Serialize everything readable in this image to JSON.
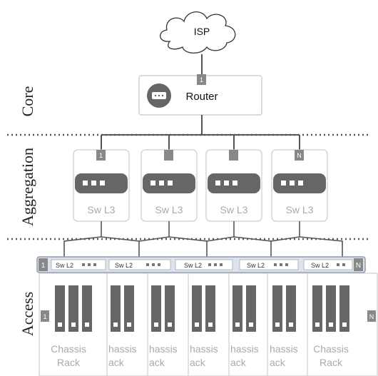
{
  "isp": {
    "label": "ISP"
  },
  "router": {
    "label": "Router",
    "port": "1"
  },
  "layers": {
    "core": "Core",
    "aggregation": "Aggregation",
    "access": "Access"
  },
  "aggregation_switches": [
    {
      "label": "Sw L3",
      "port": "1"
    },
    {
      "label": "Sw L3",
      "port": ""
    },
    {
      "label": "Sw L3",
      "port": ""
    },
    {
      "label": "Sw L3",
      "port": "N"
    }
  ],
  "access_bar": {
    "left_port": "1",
    "right_port": "N"
  },
  "access_switches": [
    {
      "label": "Sw L2"
    },
    {
      "label": "Sw L2"
    },
    {
      "label": "Sw L2"
    },
    {
      "label": "Sw L2"
    },
    {
      "label": "Sw L2"
    }
  ],
  "racks": [
    {
      "line1": "Chassis",
      "line2": "Rack",
      "port": "1"
    },
    {
      "line1": "hassis",
      "line2": "ack",
      "port": ""
    },
    {
      "line1": "hassis",
      "line2": "ack",
      "port": ""
    },
    {
      "line1": "hassis",
      "line2": "ack",
      "port": ""
    },
    {
      "line1": "hassis",
      "line2": "ack",
      "port": ""
    },
    {
      "line1": "hassis",
      "line2": "ack",
      "port": ""
    },
    {
      "line1": "Chassis",
      "line2": "Rack",
      "port": "N"
    }
  ],
  "colors": {
    "line": "#555555",
    "box_border": "#cfcfcf",
    "dark": "#666666",
    "port": "#888888",
    "label_gray": "#aaaaaa",
    "access_bar_fill": "#dde3ee",
    "access_bar_border": "#8e99b0"
  }
}
